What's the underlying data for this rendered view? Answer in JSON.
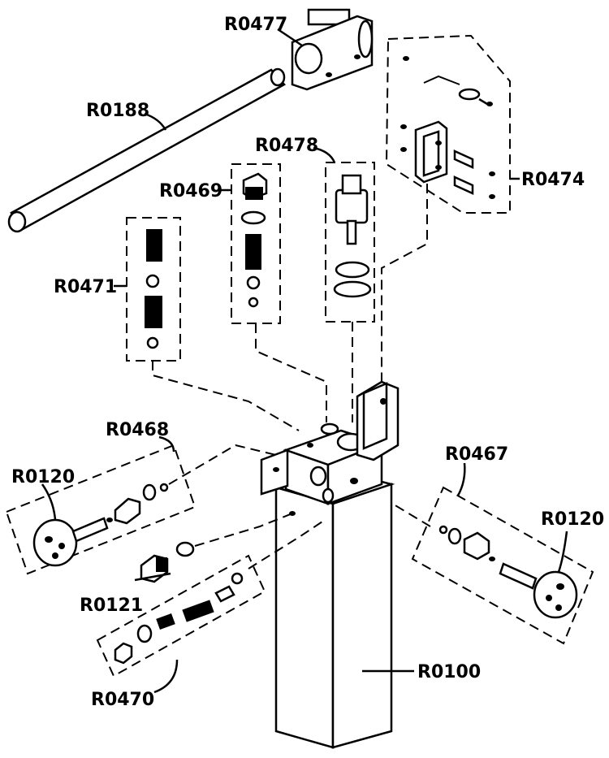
{
  "diagram": {
    "parts": {
      "r0477": "R0477",
      "r0188": "R0188",
      "r0478": "R0478",
      "r0469": "R0469",
      "r0474": "R0474",
      "r0471": "R0471",
      "r0468": "R0468",
      "r0120_left": "R0120",
      "r0467": "R0467",
      "r0120_right": "R0120",
      "r0121": "R0121",
      "r0100": "R0100",
      "r0470": "R0470"
    }
  }
}
